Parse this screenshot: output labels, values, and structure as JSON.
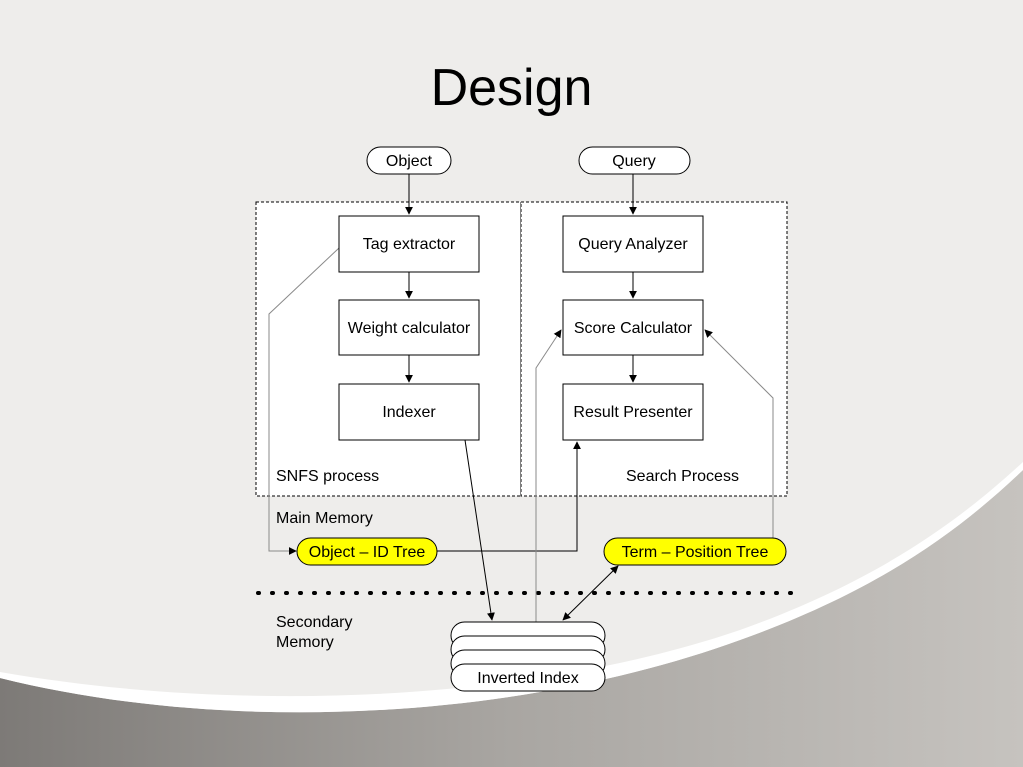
{
  "title": "Design",
  "inputs": {
    "object": "Object",
    "query": "Query"
  },
  "snfs": {
    "tag_extractor": "Tag extractor",
    "weight_calculator": "Weight calculator",
    "indexer": "Indexer",
    "label": "SNFS process"
  },
  "search": {
    "query_analyzer": "Query Analyzer",
    "score_calculator": "Score Calculator",
    "result_presenter": "Result Presenter",
    "label": "Search Process"
  },
  "memory": {
    "main": "Main Memory",
    "object_id_tree": "Object – ID Tree",
    "term_position_tree": "Term – Position Tree",
    "secondary_line1": "Secondary",
    "secondary_line2": "Memory",
    "inverted_index": "Inverted Index"
  },
  "colors": {
    "tree_fill": "#ffff00",
    "background": "#eeedeb",
    "swoosh": "#b4b1ad"
  }
}
